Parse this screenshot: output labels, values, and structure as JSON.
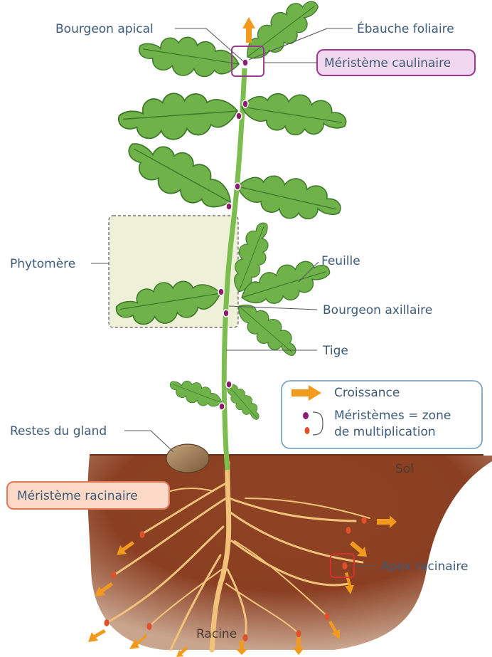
{
  "labels": {
    "bourgeon_apical": "Bourgeon apical",
    "ebauche_foliaire": "Ébauche foliaire",
    "meristeme_caulinaire": "Méristème caulinaire",
    "phytomere": "Phytomère",
    "feuille": "Feuille",
    "bourgeon_axillaire": "Bourgeon axillaire",
    "tige": "Tige",
    "restes_du_gland": "Restes du gland",
    "sol": "Sol",
    "meristeme_racinaire": "Méristème racinaire",
    "apex_racinaire": "Apex racinaire",
    "racine": "Racine"
  },
  "legend": {
    "croissance": "Croissance",
    "meristemes_line1": "Méristèmes = zone",
    "meristemes_line2": "de multiplication"
  },
  "colors": {
    "leaf": "#6fb24a",
    "leaf_dark": "#3f7a2b",
    "stem": "#7cbd4f",
    "soil": "#8a3f22",
    "root": "#f0c27a",
    "arrow": "#f29a1e",
    "meristem_shoot": "#8b1f6e",
    "meristem_root": "#e0502a",
    "caulinaire_frame": "#9b3a8e",
    "caulinaire_fill": "#f2d8ef",
    "racinaire_frame": "#e07a57",
    "racinaire_fill": "#fbd9c6",
    "phytomere_fill": "#eef0d8",
    "legend_border": "#6a9cc0"
  }
}
